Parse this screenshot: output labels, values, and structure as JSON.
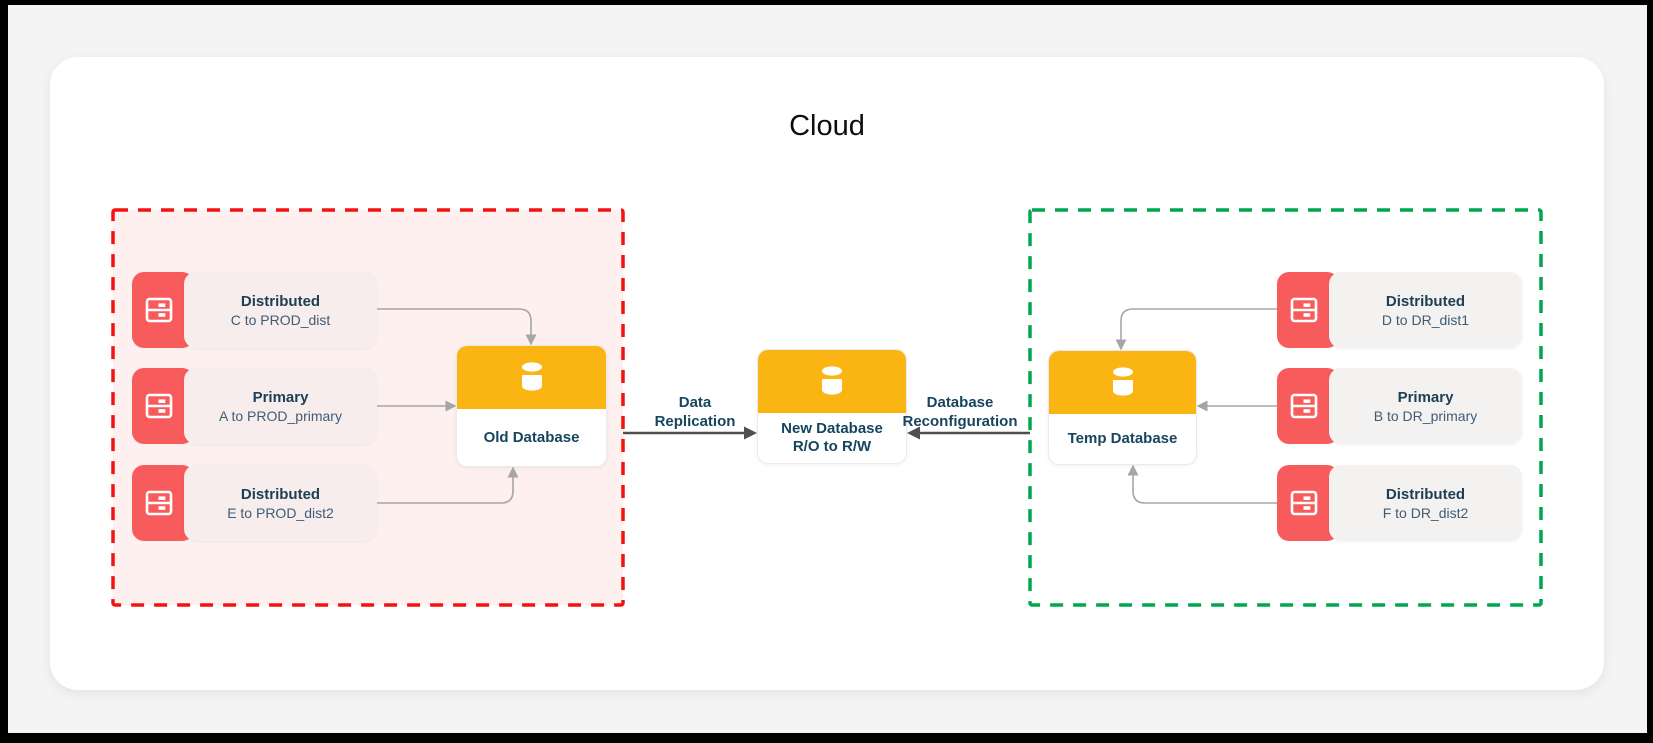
{
  "title": "Cloud",
  "colors": {
    "accent_red": "#f85b5c",
    "database_yellow": "#fbb512",
    "prod_group_border": "#f31212",
    "prod_group_fill": "#fdf0ee",
    "dr_group_border": "#00a650",
    "node_title_navy": "#1d4054",
    "node_subtitle_slate": "#3f5c77",
    "edge_label_navy": "#17455f",
    "light_arrow_grey": "#a6a6a6",
    "dark_arrow_grey": "#4f4f4f"
  },
  "prod_group": {
    "servers": [
      {
        "icon": "server-rack-icon",
        "title": "Distributed",
        "subtitle": "C to PROD_dist"
      },
      {
        "icon": "server-rack-icon",
        "title": "Primary",
        "subtitle": "A to PROD_primary"
      },
      {
        "icon": "server-rack-icon",
        "title": "Distributed",
        "subtitle": "E to PROD_dist2"
      }
    ],
    "database": {
      "icon": "database-cylinder-icon",
      "label": "Old Database"
    }
  },
  "dr_group": {
    "servers": [
      {
        "icon": "server-rack-icon",
        "title": "Distributed",
        "subtitle": "D to DR_dist1"
      },
      {
        "icon": "server-rack-icon",
        "title": "Primary",
        "subtitle": "B to DR_primary"
      },
      {
        "icon": "server-rack-icon",
        "title": "Distributed",
        "subtitle": "F to DR_dist2"
      }
    ],
    "database": {
      "icon": "database-cylinder-icon",
      "label": "Temp Database"
    }
  },
  "center_database": {
    "icon": "database-cylinder-icon",
    "label_line1": "New Database",
    "label_line2": "R/O to R/W"
  },
  "edges": {
    "data_replication": {
      "label_line1": "Data",
      "label_line2": "Replication"
    },
    "database_reconfiguration": {
      "label_line1": "Database",
      "label_line2": "Reconfiguration"
    }
  }
}
